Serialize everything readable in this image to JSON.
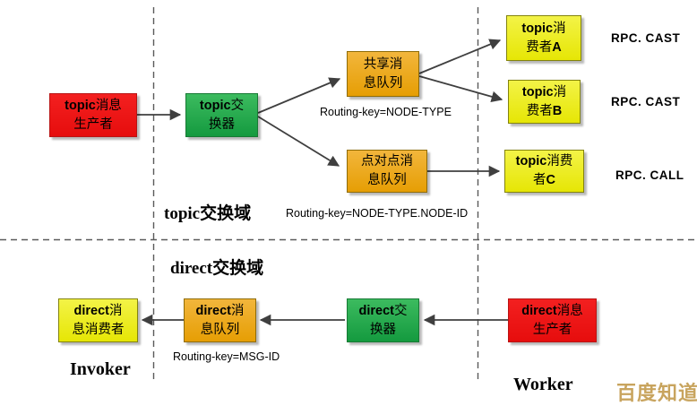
{
  "diagram": {
    "sections": {
      "topic": {
        "heading": "topic交换域"
      },
      "direct": {
        "heading": "direct交换域"
      }
    },
    "nodes": {
      "topic_producer": {
        "l1en": "topic",
        "l1zh": "消息",
        "l2zh": "生产者",
        "l2en": ""
      },
      "topic_exchange": {
        "l1en": "topic",
        "l1zh": "交",
        "l2zh": "换器",
        "l2en": ""
      },
      "shared_queue": {
        "l1en": "",
        "l1zh": "共享消",
        "l2zh": "息队列",
        "l2en": ""
      },
      "p2p_queue": {
        "l1en": "",
        "l1zh": "点对点消",
        "l2zh": "息队列",
        "l2en": ""
      },
      "consumer_a": {
        "l1en": "topic",
        "l1zh": "消",
        "l2zh": "费者",
        "l2en": "A"
      },
      "consumer_b": {
        "l1en": "topic",
        "l1zh": "消",
        "l2zh": "费者",
        "l2en": "B"
      },
      "consumer_c": {
        "l1en": "topic",
        "l1zh": "消费",
        "l2zh": "者",
        "l2en": "C"
      },
      "direct_consumer": {
        "l1en": "direct",
        "l1zh": "消",
        "l2zh": "息消费者",
        "l2en": ""
      },
      "direct_queue": {
        "l1en": "direct",
        "l1zh": "消",
        "l2zh": "息队列",
        "l2en": ""
      },
      "direct_exchange": {
        "l1en": "direct",
        "l1zh": "交",
        "l2zh": "换器",
        "l2en": ""
      },
      "direct_producer": {
        "l1en": "direct",
        "l1zh": "消息",
        "l2zh": "生产者",
        "l2en": ""
      }
    },
    "labels": {
      "routing_key_topic": "Routing-key=NODE-TYPE",
      "routing_key_p2p": "Routing-key=NODE-TYPE.NODE-ID",
      "routing_key_direct": "Routing-key=MSG-ID",
      "rpc_cast_a": "RPC. CAST",
      "rpc_cast_b": "RPC. CAST",
      "rpc_call": "RPC. CALL",
      "invoker": "Invoker",
      "worker": "Worker"
    },
    "watermark": "百度知道",
    "colors": {
      "producer_fill": "#ee1111",
      "exchange_fill": "#2aad50",
      "queue_fill": "#eda71e",
      "consumer_fill": "#eded25",
      "arrow": "#3f3f3f",
      "dashed_line": "#5a5a5a",
      "watermark": "#c8a45e"
    }
  }
}
